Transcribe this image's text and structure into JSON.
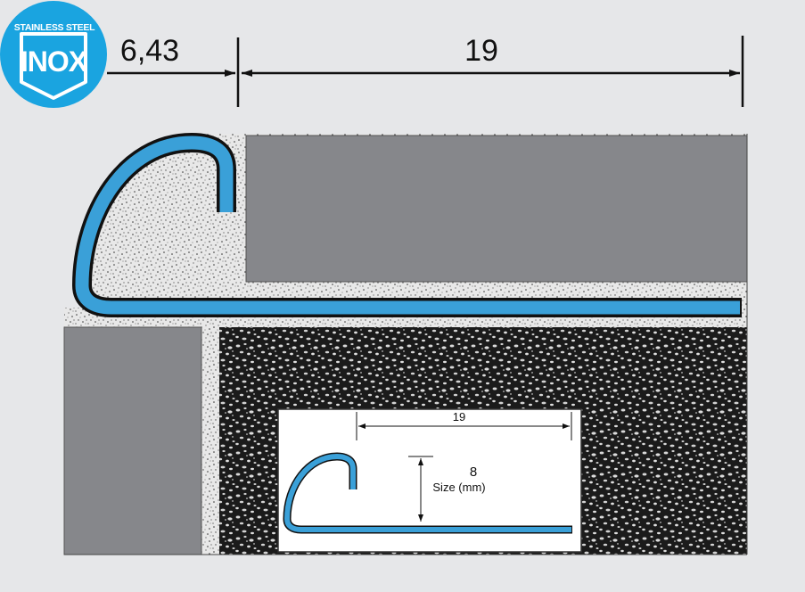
{
  "badge": {
    "top_text": "STAINLESS STEEL",
    "main_text": "INOX",
    "color": "#1aa4e0"
  },
  "dimensions": {
    "left_value": "6,43",
    "top_value": "19"
  },
  "inset": {
    "width_value": "19",
    "height_value": "8",
    "size_label": "Size (mm)"
  },
  "colors": {
    "profile": "#3aa0d8",
    "tile": "#86878b",
    "background": "#e6e7e9",
    "adhesive": "#e4e4e4",
    "substrate": "#1b1b1b"
  },
  "icons": {
    "badge": "shield-icon",
    "arrows": "arrow-head-icon"
  }
}
